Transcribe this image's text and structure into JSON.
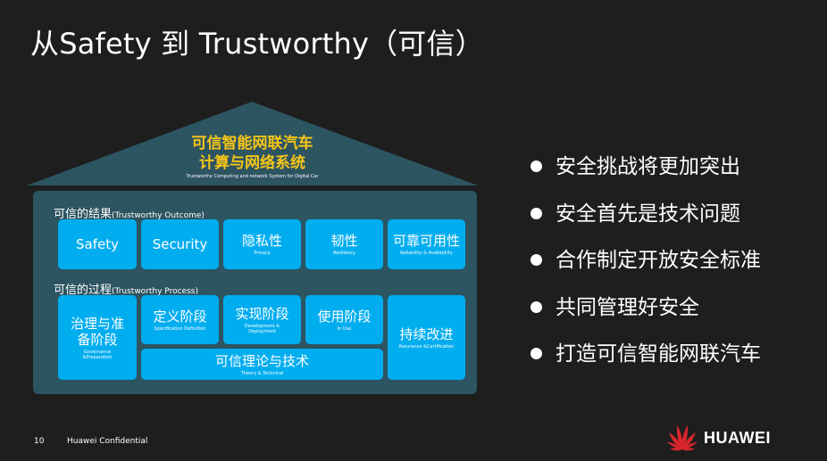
{
  "slide": {
    "title": "从Safety 到 Trustworthy（可信）",
    "page_number": "10",
    "confidential": "Huawei Confidential"
  },
  "house": {
    "roof_title_line1": "可信智能网联汽车",
    "roof_title_line2": "计算与网络系统",
    "roof_subtitle": "Trustworthy Computing and network System for Digital Car",
    "outcome": {
      "label_cn": "可信的结果",
      "label_en": "(Trustworthy Outcome)",
      "items": [
        {
          "cn": "Safety",
          "en": ""
        },
        {
          "cn": "Security",
          "en": ""
        },
        {
          "cn": "隐私性",
          "en": "Privacy"
        },
        {
          "cn": "韧性",
          "en": "Resiliency"
        },
        {
          "cn": "可靠可用性",
          "en": "Reliability & Availability"
        }
      ]
    },
    "process": {
      "label_cn": "可信的过程",
      "label_en": "(Trustworthy Process)",
      "governance": {
        "cn": "治理与准备阶段",
        "en1": "Governance",
        "en2": "&Preparation"
      },
      "spec": {
        "cn": "定义阶段",
        "en": "Specification Definition"
      },
      "dev": {
        "cn": "实现阶段",
        "en1": "Development &",
        "en2": "Deployment"
      },
      "use": {
        "cn": "使用阶段",
        "en": "In Use"
      },
      "improve": {
        "cn": "持续改进",
        "en": "Assurance &Certification"
      },
      "theory": {
        "cn": "可信理论与技术",
        "en": "Theory & Technical"
      }
    }
  },
  "bullets": [
    "安全挑战将更加突出",
    "安全首先是技术问题",
    "合作制定开放安全标准",
    "共同管理好安全",
    "打造可信智能网联汽车"
  ],
  "brand": {
    "name": "HUAWEI",
    "accent": "#00adef",
    "roof_color": "#2d5461",
    "title_yellow": "#f5c518",
    "logo_red": "#d9262c"
  }
}
